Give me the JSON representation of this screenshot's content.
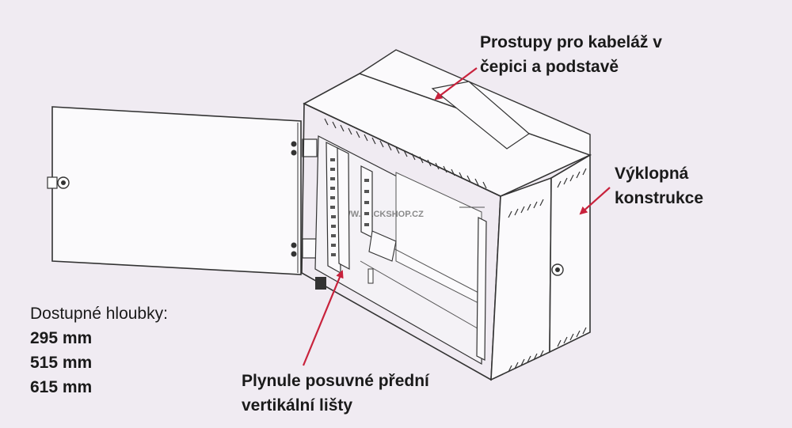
{
  "labels": {
    "cable_entries": {
      "line1": "Prostupy pro kabeláž v",
      "line2": "čepici a podstavě"
    },
    "tilt_construction": {
      "line1": "Výklopná",
      "line2": "konstrukce"
    },
    "rails": {
      "line1": "Plynule posuvné přední",
      "line2": "vertikální lišty"
    }
  },
  "depths": {
    "title": "Dostupné hloubky:",
    "items": [
      "295 mm",
      "515 mm",
      "615 mm"
    ]
  },
  "watermark": "WWW.RACKSHOP.CZ",
  "colors": {
    "background": "#f0ebf2",
    "arrow": "#c8223c",
    "outline": "#333333",
    "body": "#fbfafc"
  }
}
